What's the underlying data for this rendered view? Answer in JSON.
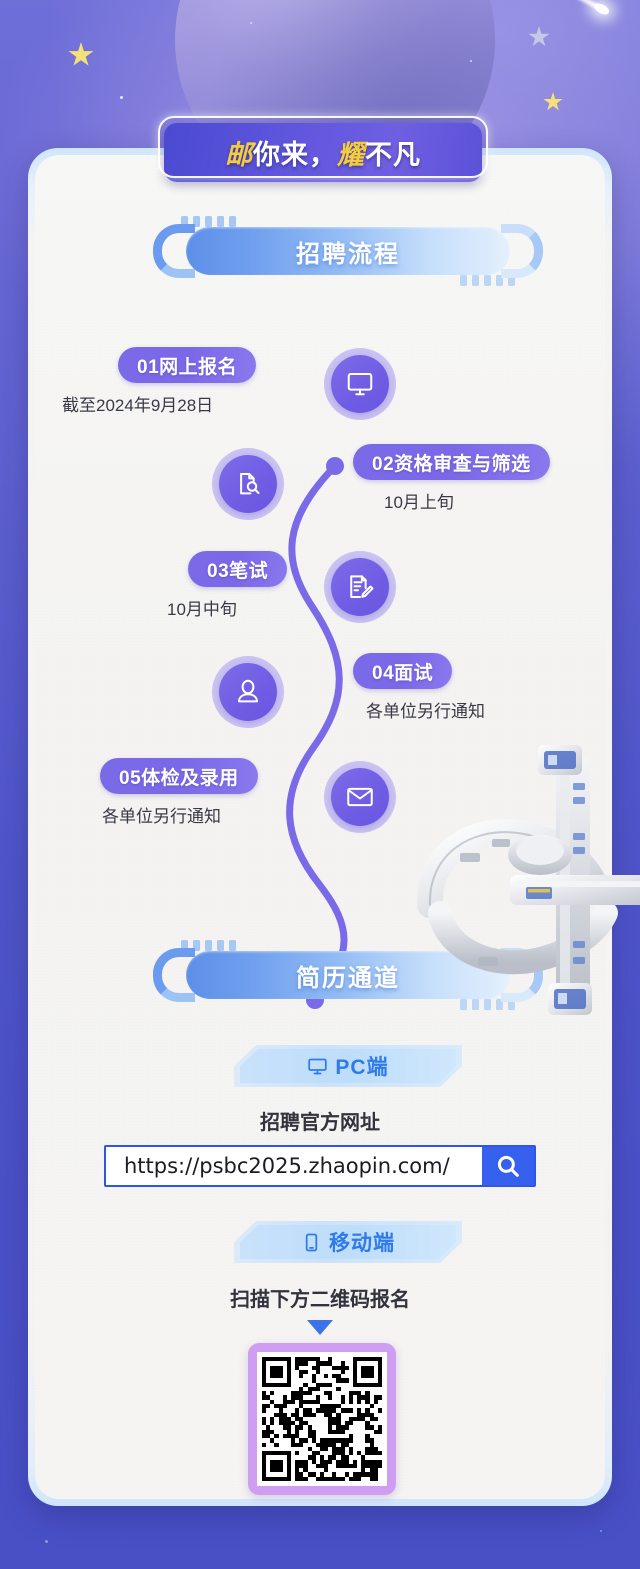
{
  "poster": {
    "title": {
      "full": "邮你来，耀不凡",
      "segments": [
        "邮",
        "你来，",
        "耀",
        "不凡"
      ],
      "gold_color": "#f5cc3d",
      "white_color": "#ffffff"
    },
    "background": {
      "theme": "space",
      "primary_color": "#5a5ece",
      "planet_color": "#a39ae0",
      "star_color": "#f6e07a"
    }
  },
  "sections": {
    "process": {
      "banner_label": "招聘流程"
    },
    "resume": {
      "banner_label": "简历通道"
    }
  },
  "flow": {
    "accent_color": "#7b6ae8",
    "steps": [
      {
        "id": "01",
        "badge": "01网上报名",
        "sub": "截至2024年9月28日",
        "icon": "monitor-icon",
        "side": "left"
      },
      {
        "id": "02",
        "badge": "02资格审查与筛选",
        "sub": "10月上旬",
        "icon": "document-search-icon",
        "side": "right"
      },
      {
        "id": "03",
        "badge": "03笔试",
        "sub": "10月中旬",
        "icon": "document-pencil-icon",
        "side": "left"
      },
      {
        "id": "04",
        "badge": "04面试",
        "sub": "各单位另行通知",
        "icon": "user-icon",
        "side": "right"
      },
      {
        "id": "05",
        "badge": "05体检及录用",
        "sub": "各单位另行通知",
        "icon": "envelope-icon",
        "side": "left"
      }
    ]
  },
  "pc_channel": {
    "banner_label": "PC端",
    "banner_icon": "monitor-icon",
    "caption": "招聘官方网址",
    "url": "https://psbc2025.zhaopin.com/",
    "search_icon": "search-icon",
    "accent_color": "#3561ee"
  },
  "mobile_channel": {
    "banner_label": "移动端",
    "banner_icon": "phone-icon",
    "caption": "扫描下方二维码报名",
    "arrow_icon": "arrow-down-icon",
    "qr_alt": "qr-code",
    "qr_frame_color": "#cf9ef2"
  }
}
